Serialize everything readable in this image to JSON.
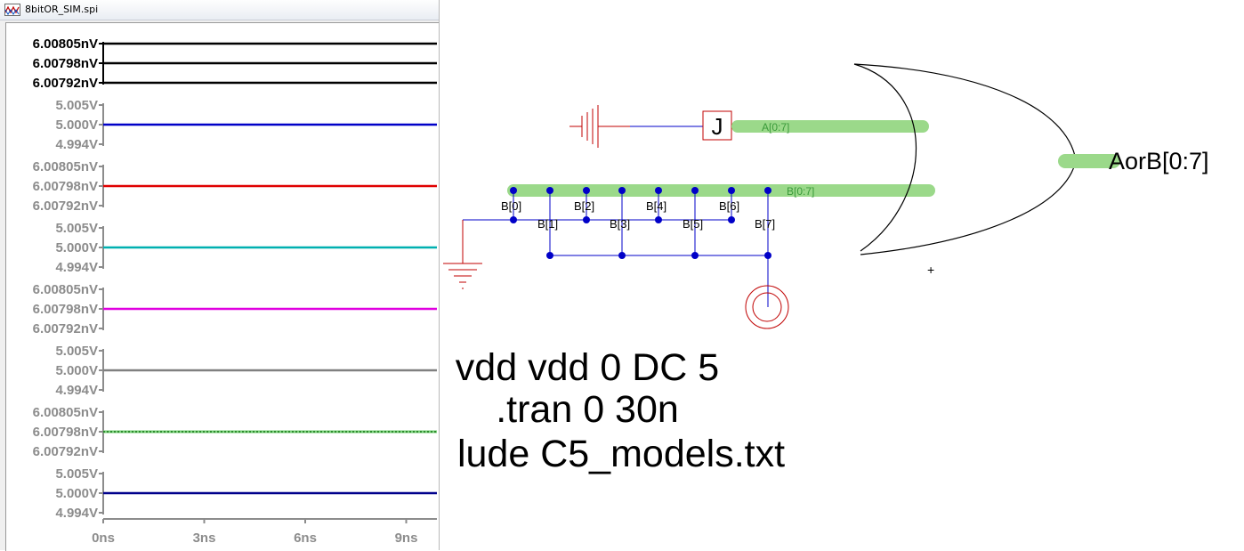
{
  "window": {
    "title": "8bitOR_SIM.spi"
  },
  "waveform": {
    "x_ticks": [
      "0ns",
      "3ns",
      "6ns",
      "9ns"
    ],
    "panes": [
      {
        "labels": [
          "6.00805nV",
          "6.00798nV",
          "6.00792nV"
        ],
        "color": "#000000",
        "label_color": "#000000",
        "style": "triple"
      },
      {
        "labels": [
          "5.005V",
          "5.000V",
          "4.994V"
        ],
        "color": "#0000c8",
        "label_color": "#8c8c8c",
        "style": "single"
      },
      {
        "labels": [
          "6.00805nV",
          "6.00798nV",
          "6.00792nV"
        ],
        "color": "#e00000",
        "label_color": "#8c8c8c",
        "style": "single"
      },
      {
        "labels": [
          "5.005V",
          "5.000V",
          "4.994V"
        ],
        "color": "#00b0b0",
        "label_color": "#8c8c8c",
        "style": "single"
      },
      {
        "labels": [
          "6.00805nV",
          "6.00798nV",
          "6.00792nV"
        ],
        "color": "#e000e0",
        "label_color": "#8c8c8c",
        "style": "single"
      },
      {
        "labels": [
          "5.005V",
          "5.000V",
          "4.994V"
        ],
        "color": "#808080",
        "label_color": "#8c8c8c",
        "style": "single"
      },
      {
        "labels": [
          "6.00805nV",
          "6.00798nV",
          "6.00792nV"
        ],
        "color": "#006400",
        "label_color": "#8c8c8c",
        "style": "dotted"
      },
      {
        "labels": [
          "5.005V",
          "5.000V",
          "4.994V"
        ],
        "color": "#00008c",
        "label_color": "#8c8c8c",
        "style": "single"
      }
    ]
  },
  "schematic": {
    "bus_a_label": "A[0:7]",
    "bus_b_label": "B[0:7]",
    "output_label": "AorB[0:7]",
    "component_label": "J",
    "taps": [
      "B[0]",
      "B[1]",
      "B[2]",
      "B[3]",
      "B[4]",
      "B[5]",
      "B[6]",
      "B[7]"
    ],
    "directives": [
      "vdd vdd 0 DC 5",
      ".tran 0 30n",
      "lude C5_models.txt"
    ],
    "colors": {
      "bus_fill": "#9bd98a",
      "bus_text": "#3a9a3a",
      "wire": "#0000c8",
      "symbol": "#c00000",
      "gate": "#000000"
    }
  }
}
